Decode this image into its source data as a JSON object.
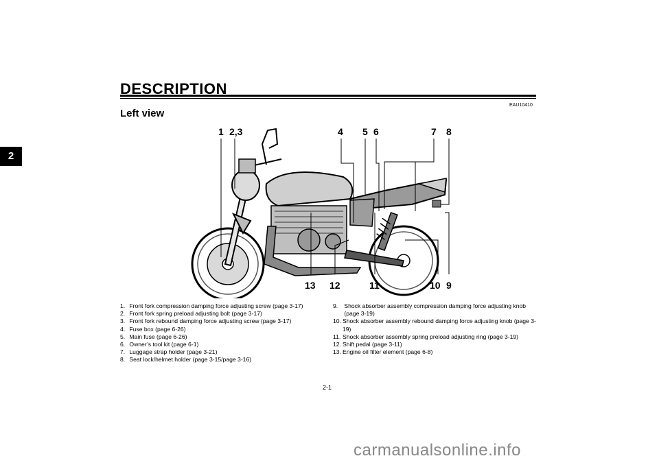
{
  "chapter_tab": "2",
  "page_title": "DESCRIPTION",
  "section_code": "EAU10410",
  "section_title": "Left view",
  "callouts": {
    "c1": "1",
    "c23": "2,3",
    "c4": "4",
    "c5": "5",
    "c6": "6",
    "c7": "7",
    "c8": "8",
    "c13": "13",
    "c12": "12",
    "c11": "11",
    "c10": "10",
    "c9": "9"
  },
  "legend_left": [
    {
      "num": "1.",
      "text": "Front fork compression damping force adjusting screw (page 3-17)"
    },
    {
      "num": "2.",
      "text": "Front fork spring preload adjusting bolt (page 3-17)"
    },
    {
      "num": "3.",
      "text": "Front fork rebound damping force adjusting screw (page 3-17)"
    },
    {
      "num": "4.",
      "text": "Fuse box (page 6-26)"
    },
    {
      "num": "5.",
      "text": "Main fuse (page 6-26)"
    },
    {
      "num": "6.",
      "text": "Owner’s tool kit (page 6-1)"
    },
    {
      "num": "7.",
      "text": "Luggage strap holder (page 3-21)"
    },
    {
      "num": "8.",
      "text": "Seat lock/helmet holder (page 3-15/page 3-16)"
    }
  ],
  "legend_right": [
    {
      "num": "9.",
      "text": "Shock absorber assembly compression damping force adjusting knob (page 3-19)"
    },
    {
      "num": "10.",
      "text": "Shock absorber assembly rebound damping force adjusting knob (page 3-19)"
    },
    {
      "num": "11.",
      "text": "Shock absorber assembly spring preload adjusting ring (page 3-19)"
    },
    {
      "num": "12.",
      "text": "Shift pedal (page 3-11)"
    },
    {
      "num": "13.",
      "text": "Engine oil filter element (page 6-8)"
    }
  ],
  "page_number": "2-1",
  "watermark": "carmanualsonline.info"
}
